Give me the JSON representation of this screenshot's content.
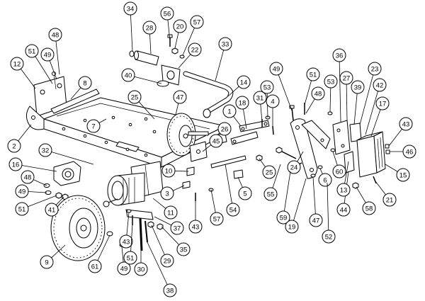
{
  "callouts": [
    "34",
    "28",
    "56",
    "20",
    "57",
    "22",
    "33",
    "40",
    "48",
    "51",
    "49",
    "12",
    "8",
    "7",
    "2",
    "25",
    "47",
    "14",
    "1",
    "18",
    "31",
    "53",
    "4",
    "26",
    "45",
    "32",
    "16",
    "48",
    "49",
    "51",
    "41",
    "10",
    "3",
    "11",
    "25",
    "5",
    "54",
    "57",
    "43",
    "37",
    "9",
    "61",
    "43",
    "49",
    "51",
    "30",
    "29",
    "35",
    "38",
    "49",
    "51",
    "48",
    "53",
    "36",
    "27",
    "39",
    "23",
    "42",
    "17",
    "43",
    "46",
    "15",
    "21",
    "58",
    "44",
    "13",
    "60",
    "24",
    "6",
    "55",
    "59",
    "19",
    "47",
    "52"
  ]
}
